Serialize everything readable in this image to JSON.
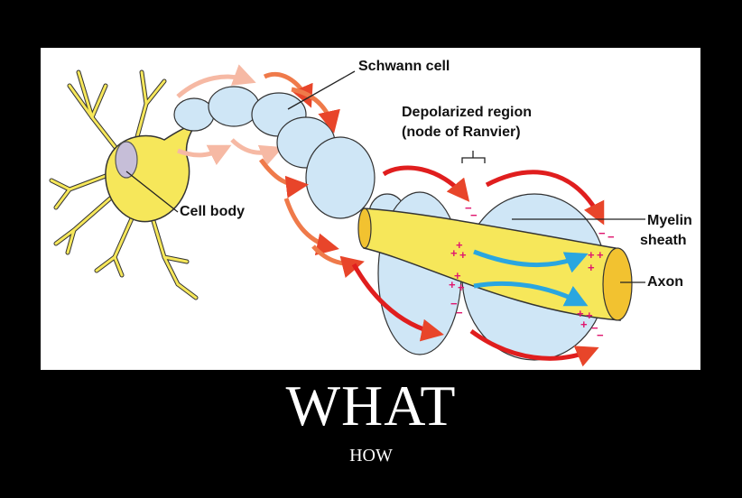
{
  "poster": {
    "title": "WHAT",
    "subtitle": "HOW"
  },
  "diagram": {
    "labels": {
      "schwann_cell": "Schwann cell",
      "depolarized_line1": "Depolarized region",
      "depolarized_line2": "(node of Ranvier)",
      "cell_body": "Cell body",
      "myelin_line1": "Myelin",
      "myelin_line2": "sheath",
      "axon": "Axon"
    },
    "charges": {
      "plus": "+",
      "minus": "−"
    },
    "colors": {
      "background": "#000000",
      "frame": "#ffffff",
      "neuron": "#f6e75a",
      "myelin": "#cfe6f6",
      "current_arrow": "#e8452a",
      "ion_flow_arrow": "#2aa6e0",
      "charge": "#e0186f"
    }
  }
}
